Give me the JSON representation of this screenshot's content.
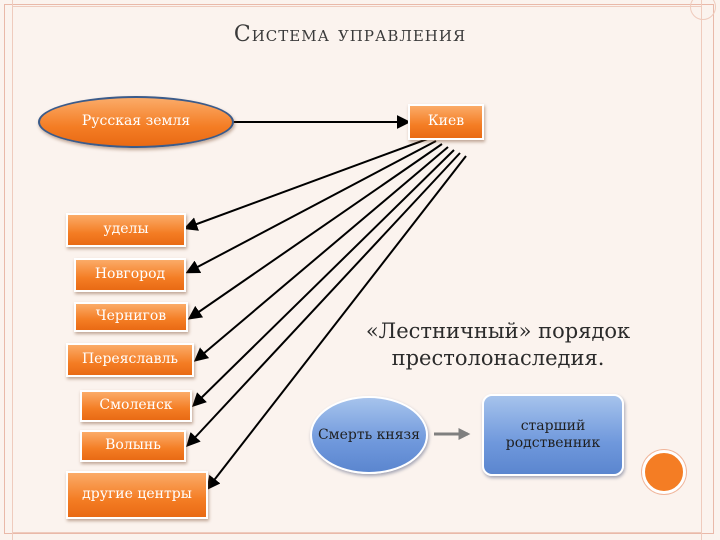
{
  "title": "Система управления",
  "nodes": {
    "russian_land": "Русская земля",
    "kiev": "Киев",
    "udely": "уделы",
    "novgorod": "Новгород",
    "chernigov": "Чернигов",
    "pereyaslavl": "Переяславль",
    "smolensk": "Смоленск",
    "volyn": "Волынь",
    "other_centers": "другие центры"
  },
  "note": "«Лестничный» порядок престолонаследия.",
  "succession": {
    "from": "Смерть князя",
    "to": "старший родственник"
  },
  "colors": {
    "node_orange": "#f47d24",
    "node_blue": "#6f98dc",
    "arrow": "#000000",
    "succession_arrow": "#7f7f7f",
    "background": "#fbf3ee"
  }
}
